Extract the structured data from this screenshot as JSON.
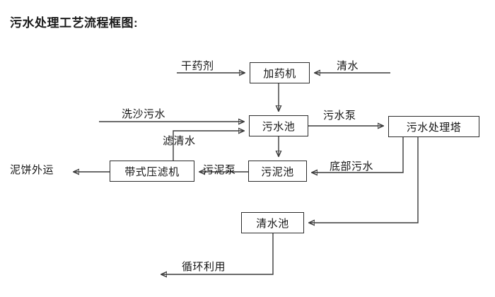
{
  "title": "污水处理工艺流程框图:",
  "diagram": {
    "nodes": [
      {
        "id": "dosing-machine",
        "label": "加药机"
      },
      {
        "id": "sewage-pool",
        "label": "污水池"
      },
      {
        "id": "treatment-tower",
        "label": "污水处理塔"
      },
      {
        "id": "belt-filter-press",
        "label": "带式压滤机"
      },
      {
        "id": "sludge-pool",
        "label": "污泥池"
      },
      {
        "id": "clear-water-pool",
        "label": "清水池"
      }
    ],
    "edge_labels": [
      {
        "id": "dry-agent",
        "label": "干药剂"
      },
      {
        "id": "clean-water",
        "label": "清水"
      },
      {
        "id": "sand-wash-sewage",
        "label": "洗沙污水"
      },
      {
        "id": "filtered-water",
        "label": "滤清水"
      },
      {
        "id": "sewage-pump",
        "label": "污水泵"
      },
      {
        "id": "mud-cake-out",
        "label": "泥饼外运"
      },
      {
        "id": "sludge-pump",
        "label": "污泥泵"
      },
      {
        "id": "bottom-sewage",
        "label": "底部污水"
      },
      {
        "id": "recycle-reuse",
        "label": "循环利用"
      }
    ],
    "colors": {
      "line": "#3a3a3a",
      "box_border": "#2b2b2b",
      "text": "#151515",
      "background": "#ffffff"
    }
  }
}
